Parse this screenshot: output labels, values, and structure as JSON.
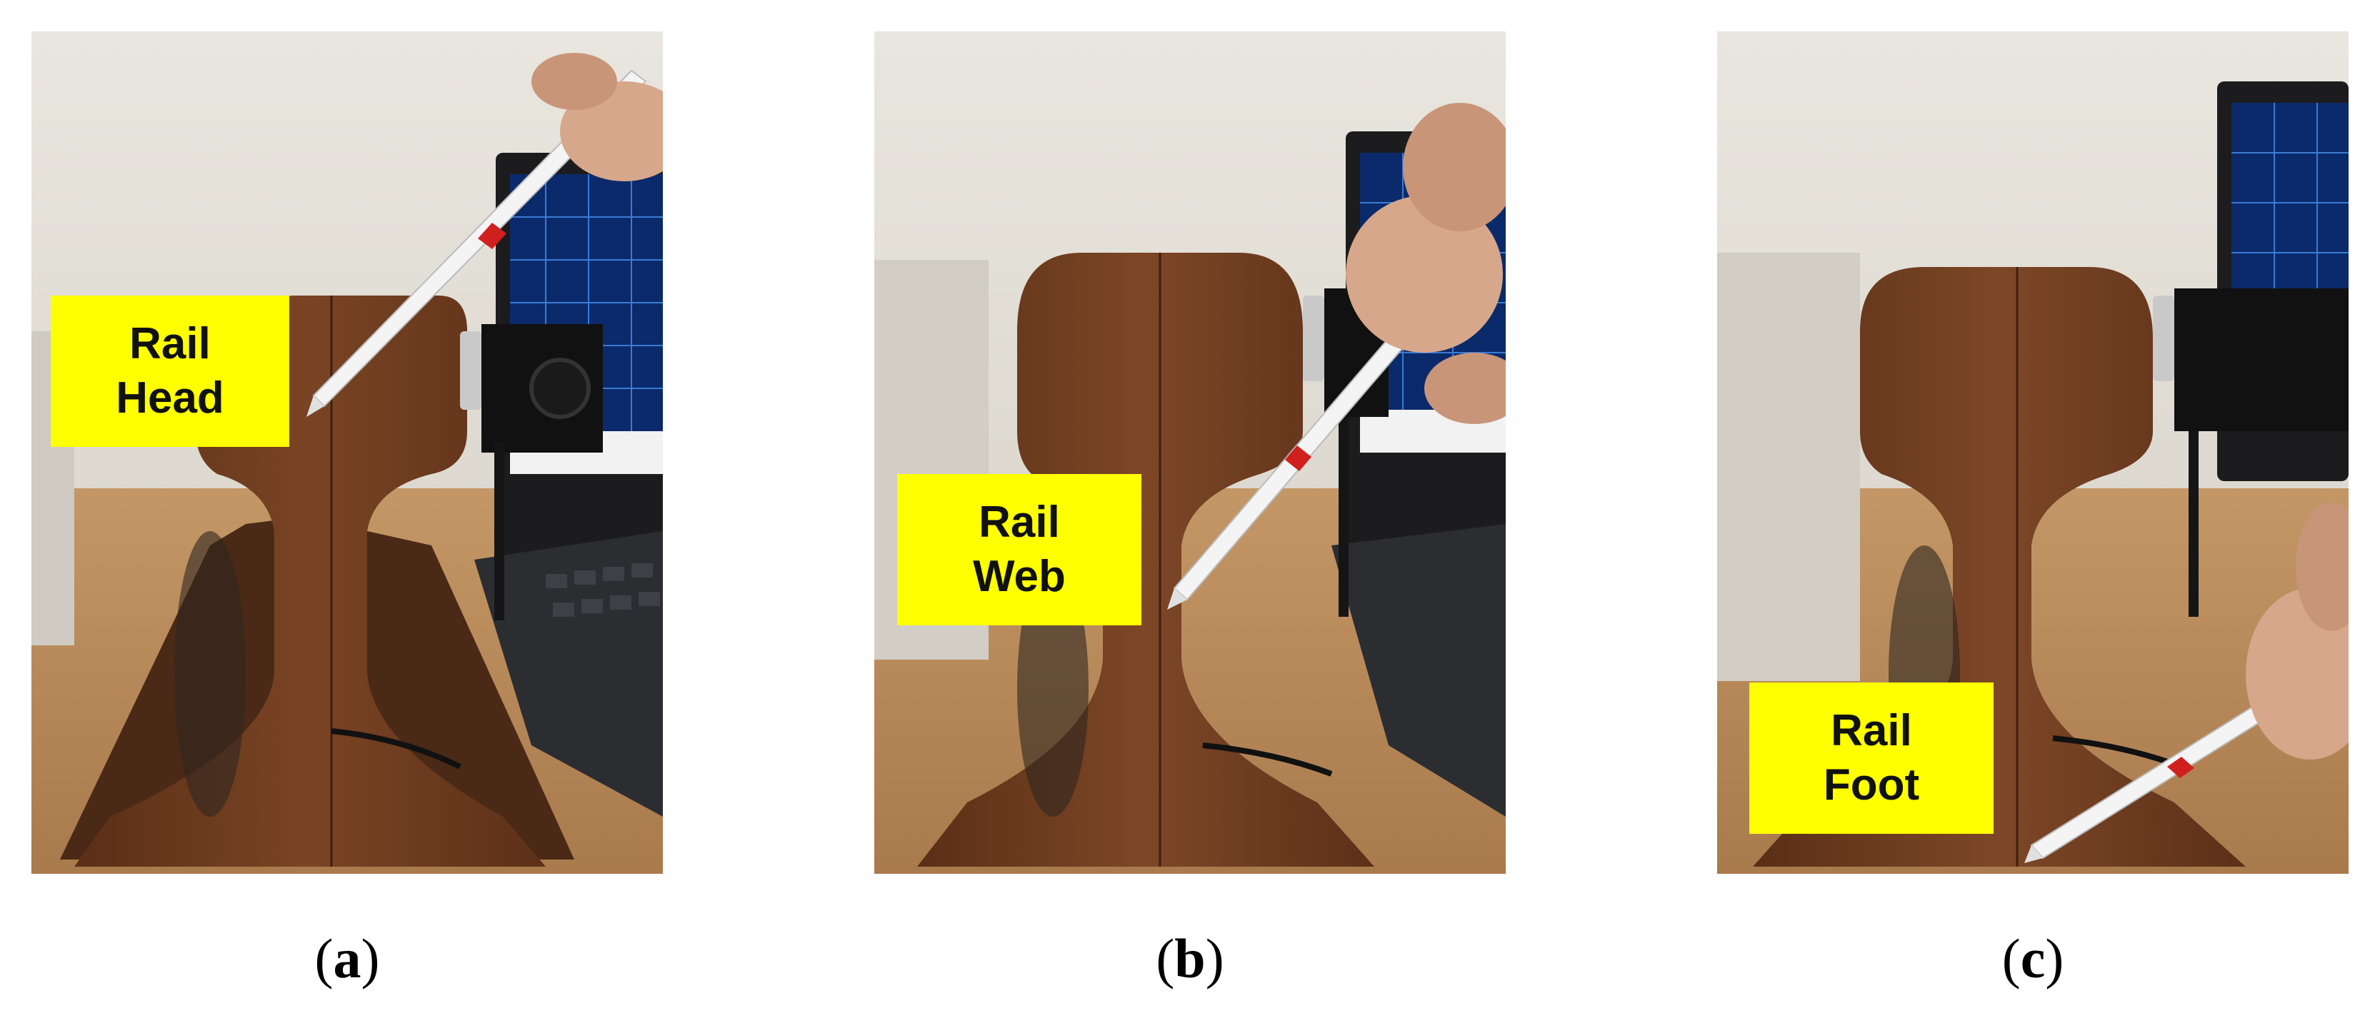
{
  "panels": [
    {
      "id": "a",
      "label_line1": "Rail",
      "label_line2": "Head",
      "caption_open": "(",
      "caption_letter": "a",
      "caption_close": ")"
    },
    {
      "id": "b",
      "label_line1": "Rail",
      "label_line2": "Web",
      "caption_open": "(",
      "caption_letter": "b",
      "caption_close": ")"
    },
    {
      "id": "c",
      "label_line1": "Rail",
      "label_line2": "Foot",
      "caption_open": "(",
      "caption_letter": "c",
      "caption_close": ")"
    }
  ],
  "colors": {
    "label_background": "#ffff00",
    "rail_rust": "#6b3a1e",
    "wall": "#e7e4dd",
    "desk": "#b98a5a"
  },
  "icons": [
    "pen-icon",
    "sensor-icon",
    "laptop-icon",
    "hand-icon"
  ]
}
